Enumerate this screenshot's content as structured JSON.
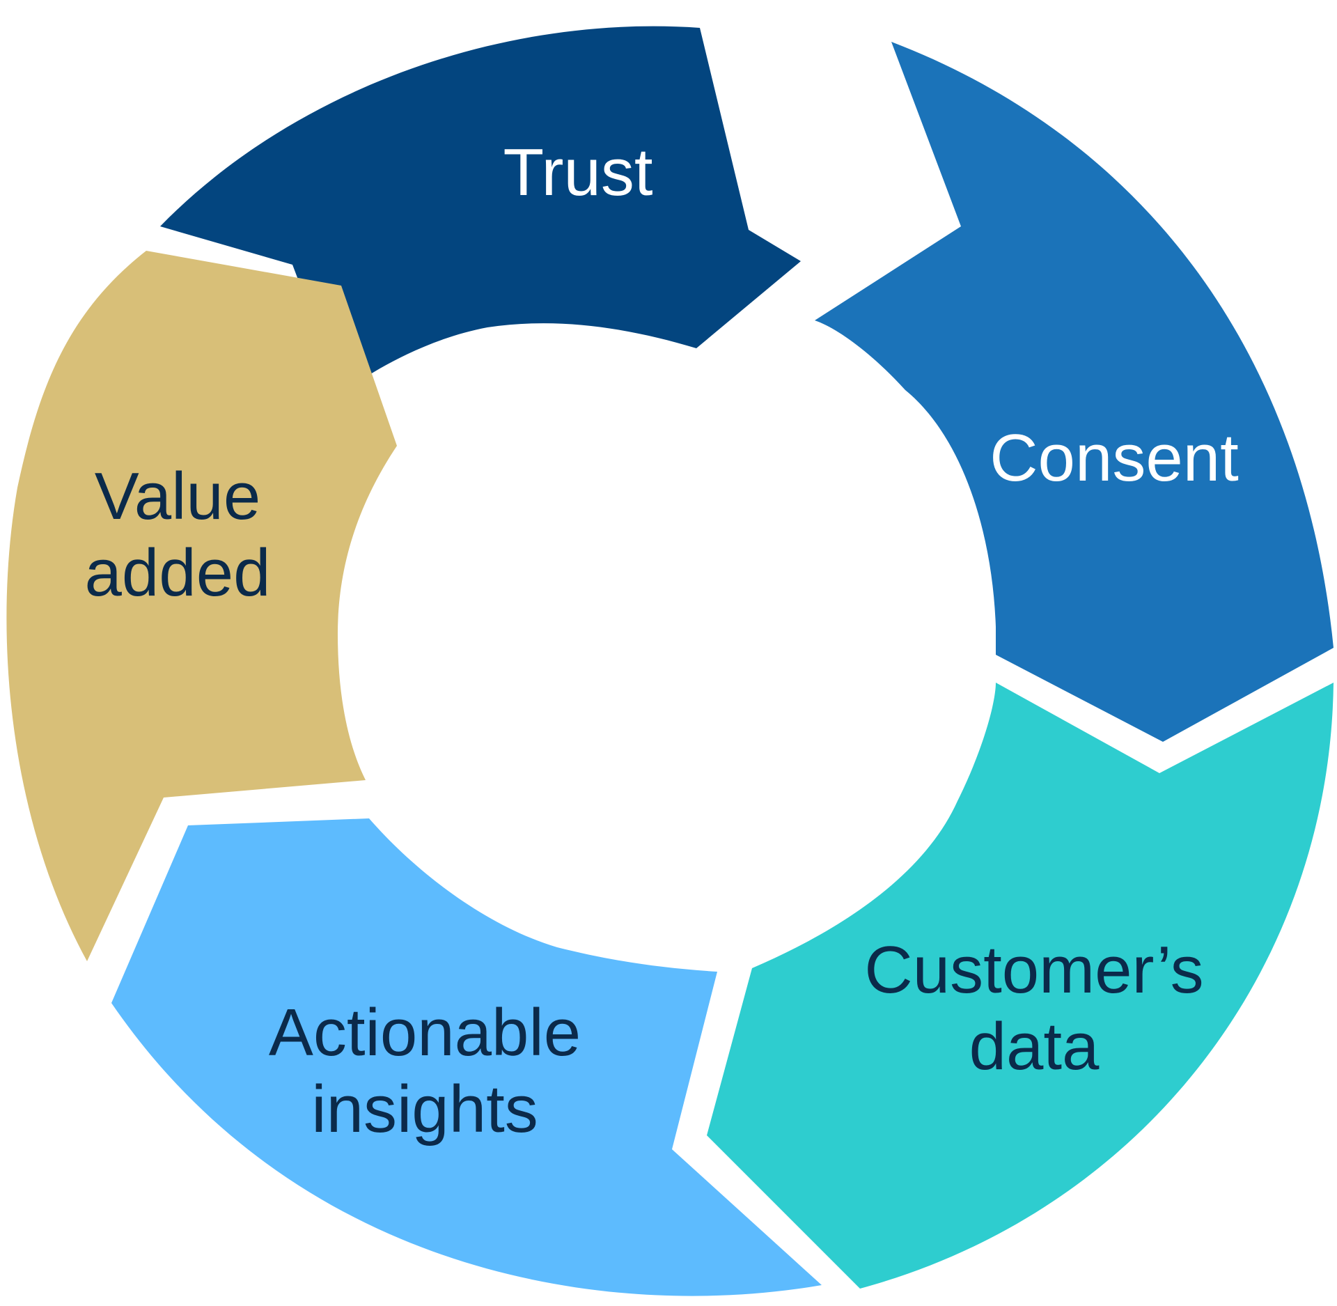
{
  "diagram": {
    "type": "cycle",
    "segments": [
      {
        "id": "trust",
        "lines": [
          "Trust"
        ],
        "fill": "#03457f",
        "text_color": "#ffffff"
      },
      {
        "id": "consent",
        "lines": [
          "Consent"
        ],
        "fill": "#1b73b9",
        "text_color": "#ffffff"
      },
      {
        "id": "customers-data",
        "lines": [
          "Customer’s",
          "data"
        ],
        "fill": "#2ecdcf",
        "text_color": "#0b2a4a"
      },
      {
        "id": "actionable-insights",
        "lines": [
          "Actionable",
          "insights"
        ],
        "fill": "#5dbbfe",
        "text_color": "#0b2a4a"
      },
      {
        "id": "value-added",
        "lines": [
          "Value",
          "added"
        ],
        "fill": "#d8bf78",
        "text_color": "#0b2a4a"
      }
    ]
  }
}
